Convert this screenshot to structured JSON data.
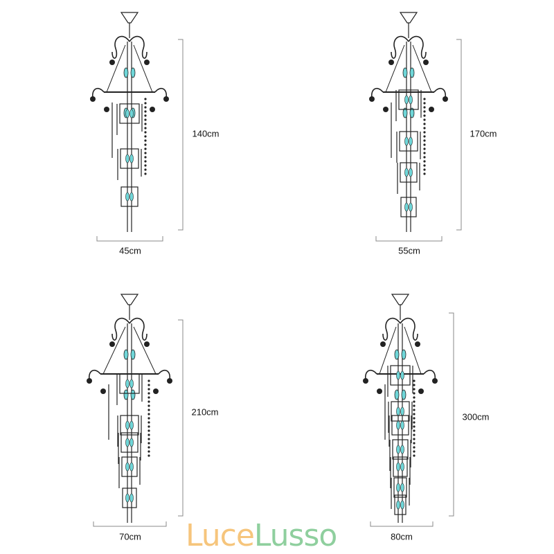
{
  "brand": {
    "part1": "Luce",
    "part2": "Lusso",
    "color1": "#f6c57c",
    "color2": "#8fcf9e"
  },
  "models": [
    {
      "height": "140cm",
      "width": "45cm"
    },
    {
      "height": "170cm",
      "width": "55cm"
    },
    {
      "height": "210cm",
      "width": "70cm"
    },
    {
      "height": "300cm",
      "width": "80cm"
    }
  ],
  "colors": {
    "line": "#222222",
    "crystal": "#6fd6d8",
    "dimension": "#888888"
  }
}
